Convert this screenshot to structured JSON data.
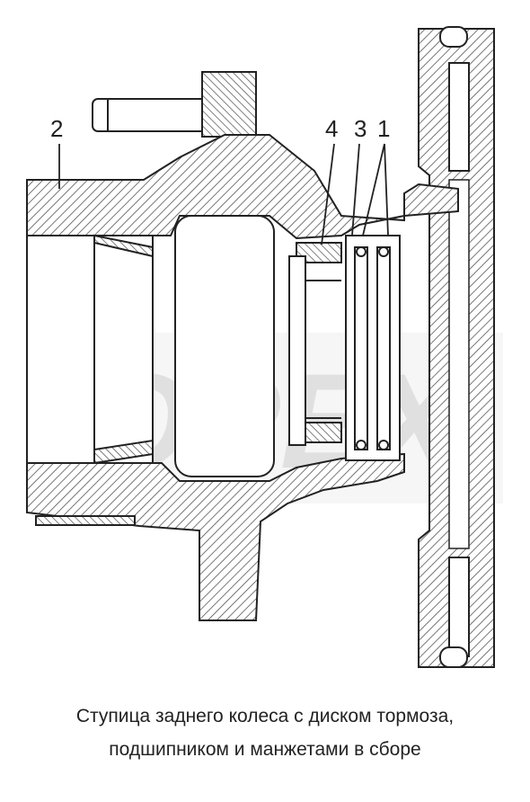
{
  "diagram": {
    "callouts": [
      {
        "id": "2",
        "label": "2"
      },
      {
        "id": "4",
        "label": "4"
      },
      {
        "id": "3",
        "label": "3"
      },
      {
        "id": "1",
        "label": "1"
      }
    ],
    "watermark": "OPEX",
    "caption": {
      "line1": "Ступица заднего колеса с диском тормоза,",
      "line2": "подшипником и  манжетами в сборе"
    },
    "colors": {
      "line": "#222222",
      "hatch": "#555555",
      "watermark": "#cfcfcf"
    }
  }
}
